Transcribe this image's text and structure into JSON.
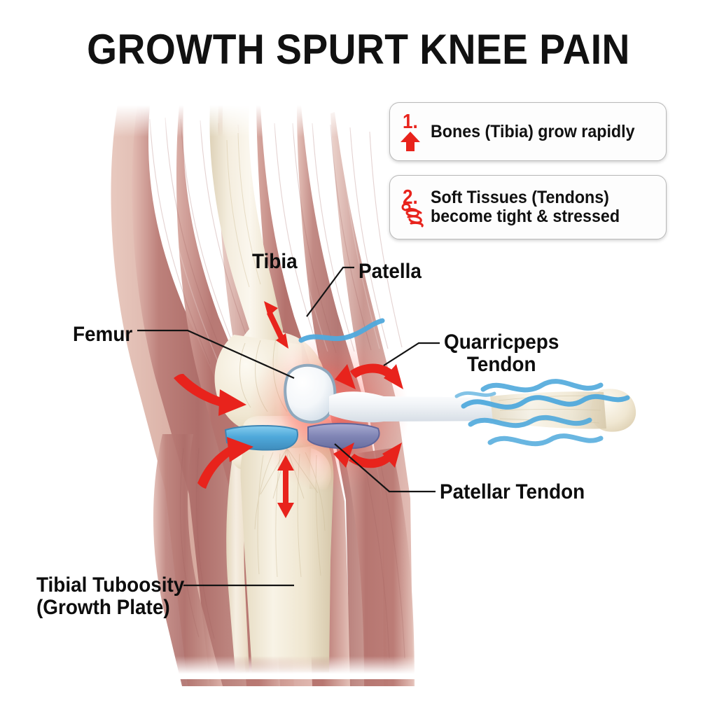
{
  "title": "GROWTH SPURT KNEE PAIN",
  "colors": {
    "red_accent": "#e8231c",
    "bone": "#f1e9d7",
    "muscle": "#b5726e",
    "muscle_light": "#caa09a",
    "cartilage_blue": "#5ab4e0",
    "cartilage_violet": "#8a8fc0",
    "inflammation": "#f2534a",
    "text": "#111111",
    "callout_border": "#b9b9b9",
    "background": "#ffffff"
  },
  "callouts": [
    {
      "number": "1.",
      "text": "Bones (Tibia) grow rapidly",
      "icon": "red-up-arrow-icon"
    },
    {
      "number": "2.",
      "text": "Soft Tissues (Tendons)\nbecome tight & stressed",
      "icon": "red-spring-coil-icon"
    }
  ],
  "labels": {
    "tibia": "Tibia",
    "patella": "Patella",
    "femur": "Femur",
    "quadriceps_tendon": "Quarricpeps\nTendon",
    "patellar_tendon": "Patellar Tendon",
    "tibial_tuberosity": "Tibial Tuboosity\n(Growth Plate)"
  },
  "illustration": {
    "subject": "lateral view of a knee joint with surrounding thigh and calf musculature",
    "annotations": {
      "growth_arrows": "red double-headed straight arrows on femur shaft and tibia shaft indicating lengthwise bone growth",
      "stress_arrows": "red curved arrows converging on the knee joint indicating tension and stress",
      "inflammation_glow": "soft red radial glow centered on the patella and tibial tuberosity",
      "tension_waves": "blue wavy lines over the tendon indicating tightness"
    }
  }
}
